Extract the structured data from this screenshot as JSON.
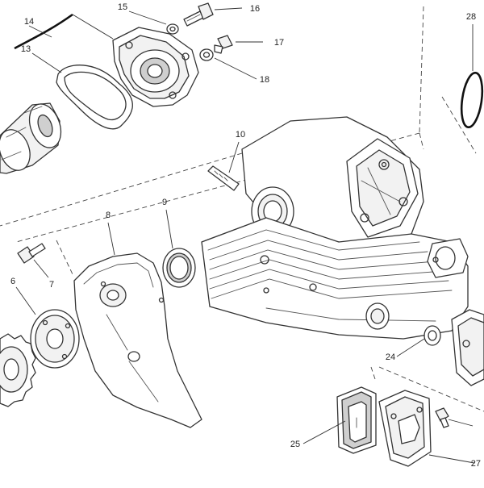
{
  "callouts": [
    {
      "id": "6",
      "text": "6"
    },
    {
      "id": "7",
      "text": "7"
    },
    {
      "id": "8",
      "text": "8"
    },
    {
      "id": "9",
      "text": "9"
    },
    {
      "id": "10",
      "text": "10"
    },
    {
      "id": "13",
      "text": "13"
    },
    {
      "id": "14",
      "text": "14"
    },
    {
      "id": "15",
      "text": "15"
    },
    {
      "id": "16",
      "text": "16"
    },
    {
      "id": "17",
      "text": "17"
    },
    {
      "id": "18",
      "text": "18"
    },
    {
      "id": "24",
      "text": "24"
    },
    {
      "id": "25",
      "text": "25"
    },
    {
      "id": "27",
      "text": "27"
    },
    {
      "id": "28",
      "text": "28"
    }
  ]
}
